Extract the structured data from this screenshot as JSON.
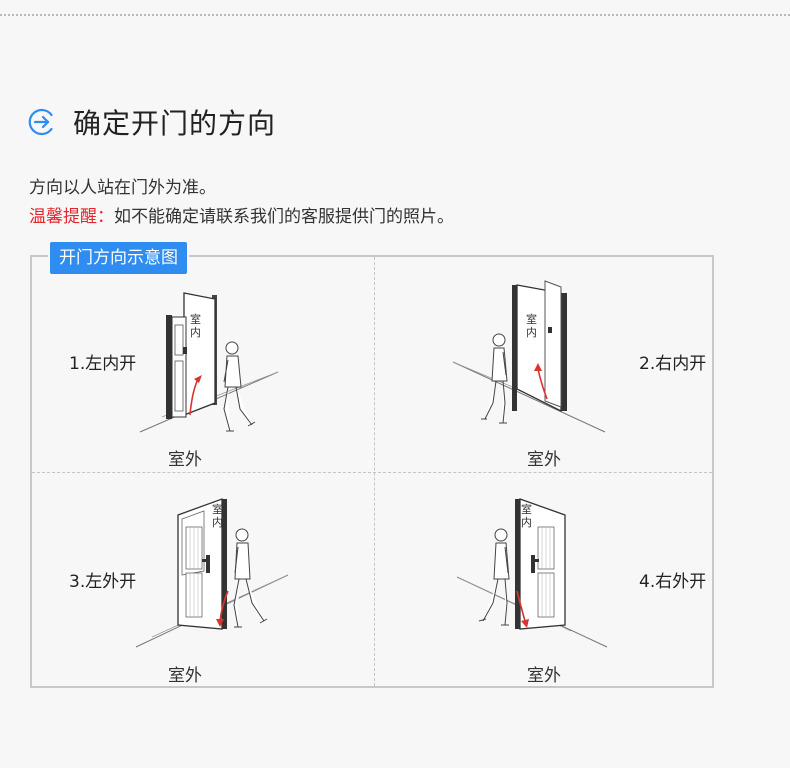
{
  "heading": {
    "title": "确定开门的方向",
    "icon": "arrow-right-circle-icon",
    "accent": "#2f8cf0"
  },
  "intro": {
    "text": "方向以人站在门外为准。"
  },
  "notice": {
    "label": "温馨提醒：",
    "text": "如不能确定请联系我们的客服提供门的照片。",
    "label_color": "#e4262e"
  },
  "diagram": {
    "tag": "开门方向示意图",
    "cells": [
      {
        "label": "1.左内开",
        "outside": "室外",
        "inside": [
          "室",
          "内"
        ]
      },
      {
        "label": "2.右内开",
        "outside": "室外",
        "inside": [
          "室",
          "内"
        ]
      },
      {
        "label": "3.左外开",
        "outside": "室外",
        "inside": [
          "室",
          "内"
        ]
      },
      {
        "label": "4.右外开",
        "outside": "室外",
        "inside": [
          "室",
          "内"
        ]
      }
    ],
    "arrow_color": "#d8352f"
  }
}
